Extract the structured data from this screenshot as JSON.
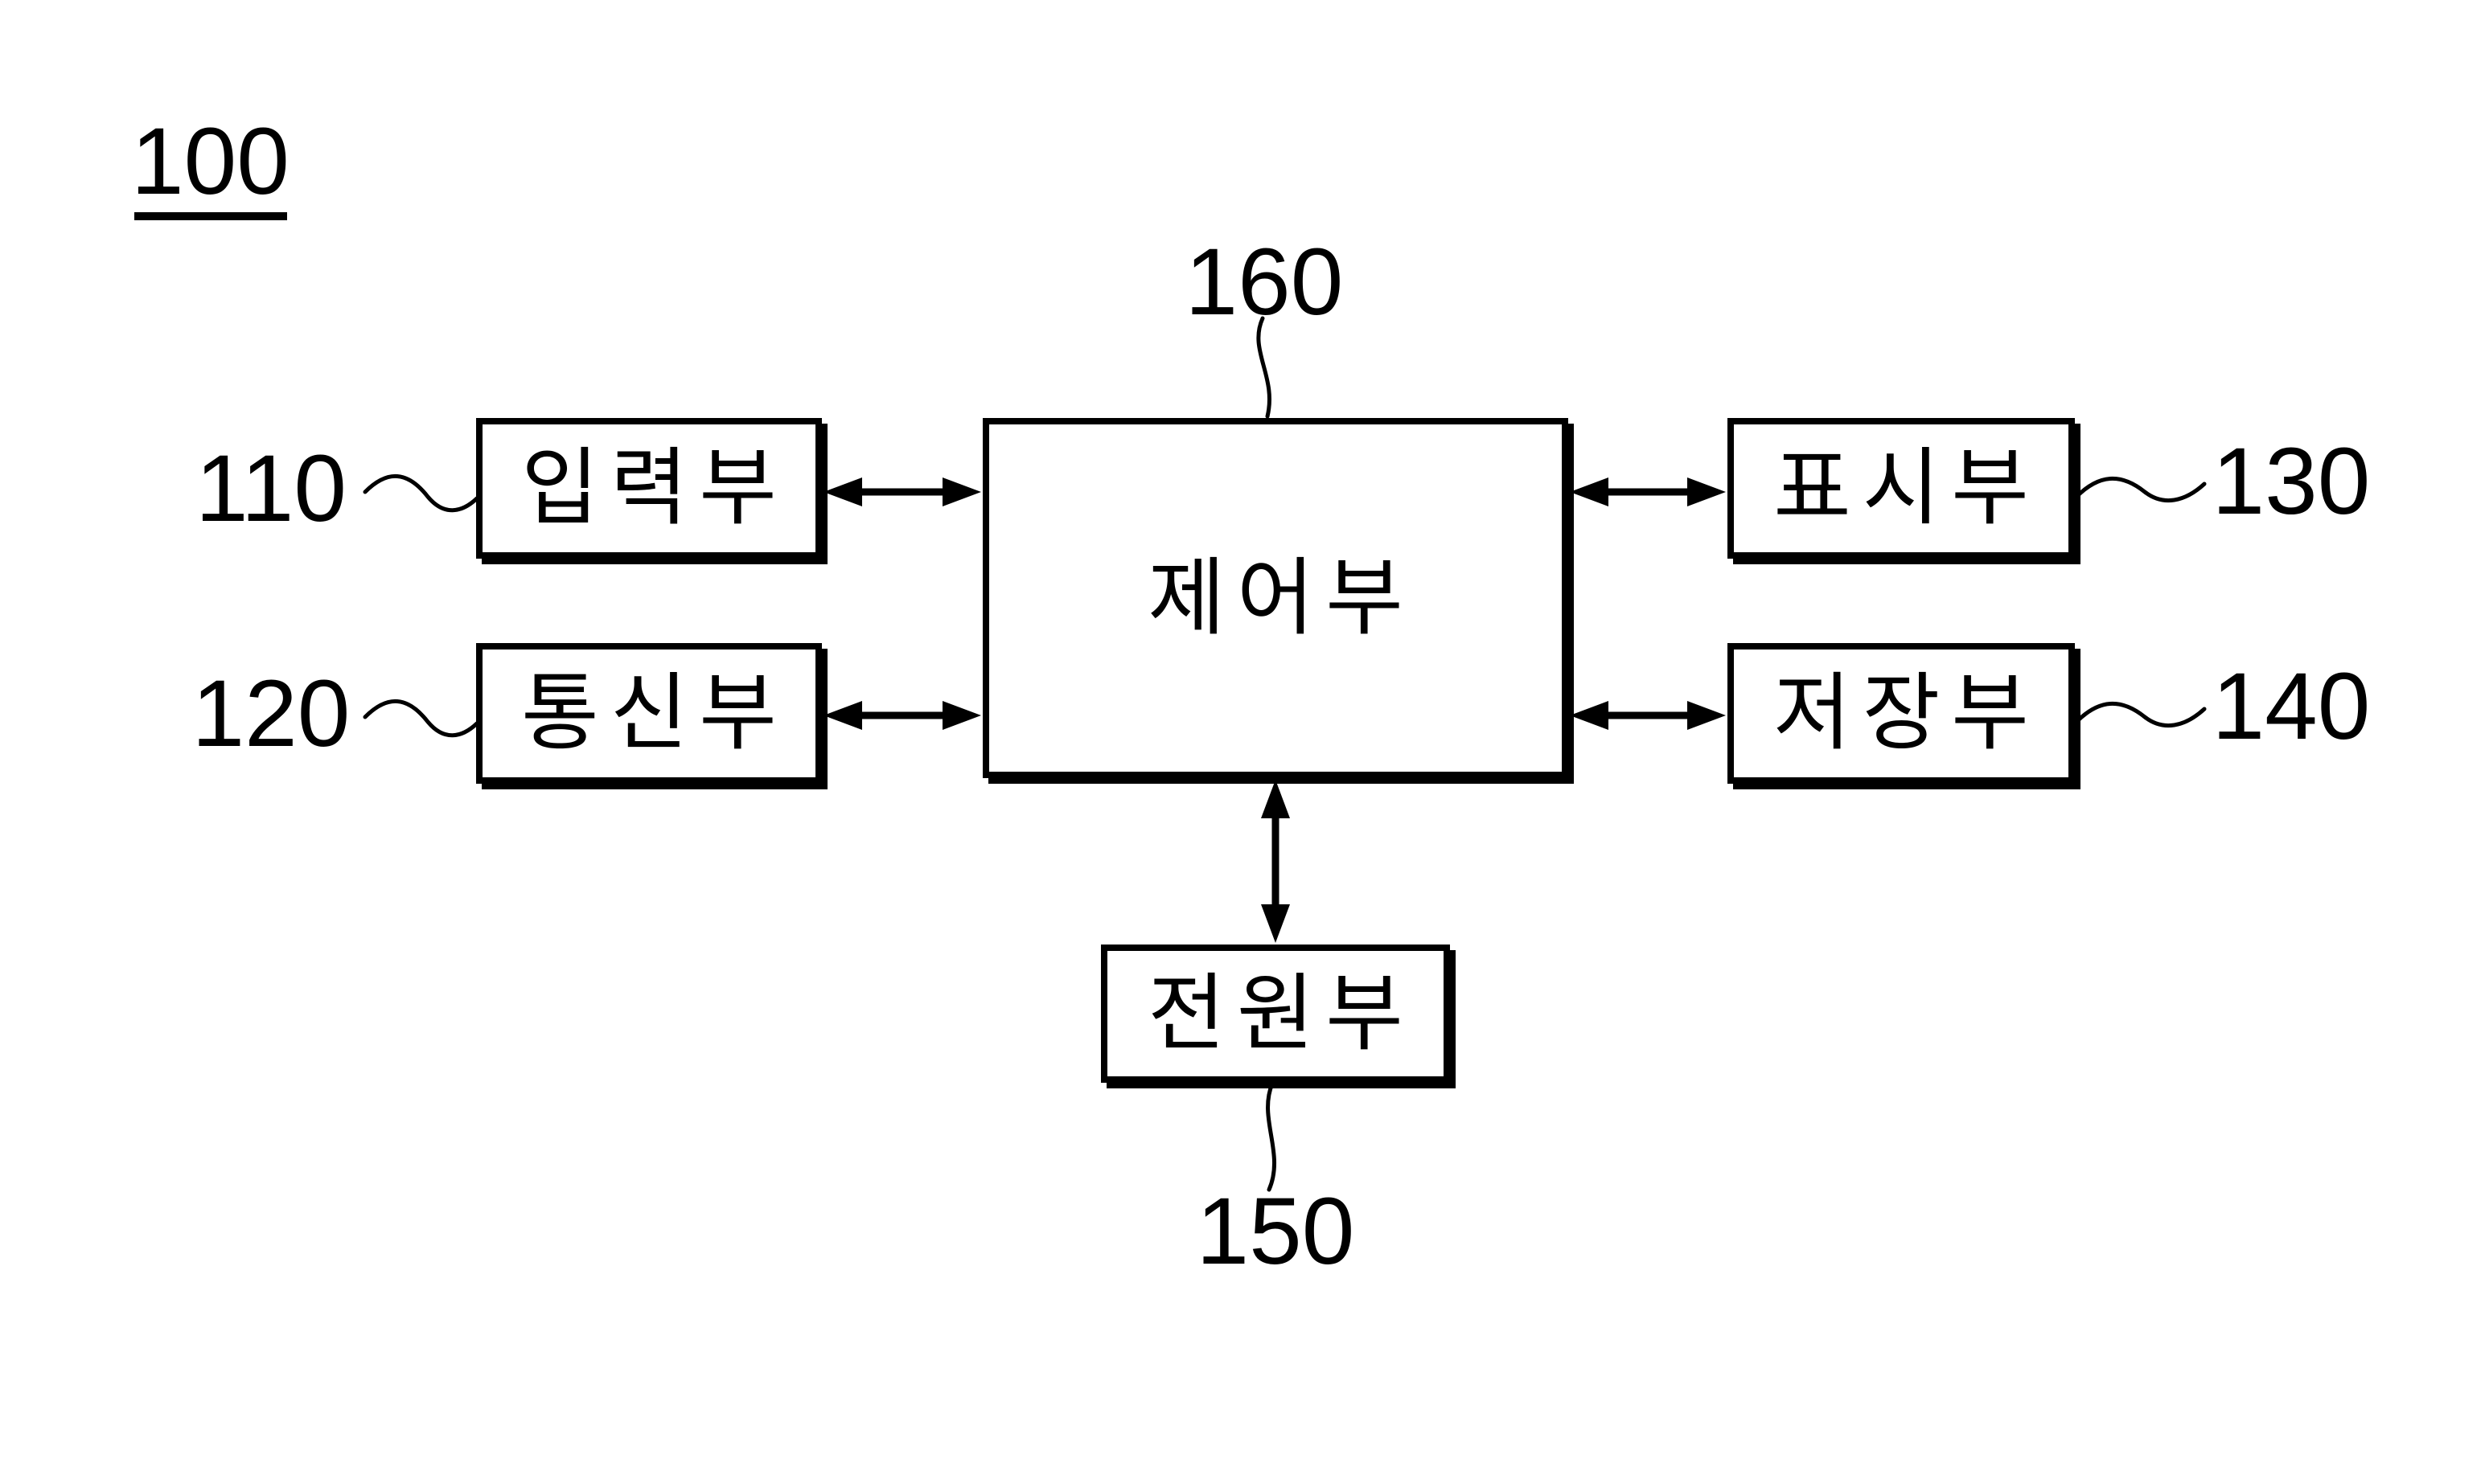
{
  "figure_label": "100",
  "blocks": {
    "control": {
      "label": "제어부",
      "ref": "160"
    },
    "input": {
      "label": "입력부",
      "ref": "110"
    },
    "comm": {
      "label": "통신부",
      "ref": "120"
    },
    "display": {
      "label": "표시부",
      "ref": "130"
    },
    "storage": {
      "label": "저장부",
      "ref": "140"
    },
    "power": {
      "label": "전원부",
      "ref": "150"
    }
  },
  "connections": [
    {
      "from": "input",
      "to": "control",
      "type": "bidirectional"
    },
    {
      "from": "comm",
      "to": "control",
      "type": "bidirectional"
    },
    {
      "from": "control",
      "to": "display",
      "type": "bidirectional"
    },
    {
      "from": "control",
      "to": "storage",
      "type": "bidirectional"
    },
    {
      "from": "control",
      "to": "power",
      "type": "bidirectional"
    }
  ],
  "colors": {
    "line": "#000000",
    "background": "#ffffff"
  }
}
